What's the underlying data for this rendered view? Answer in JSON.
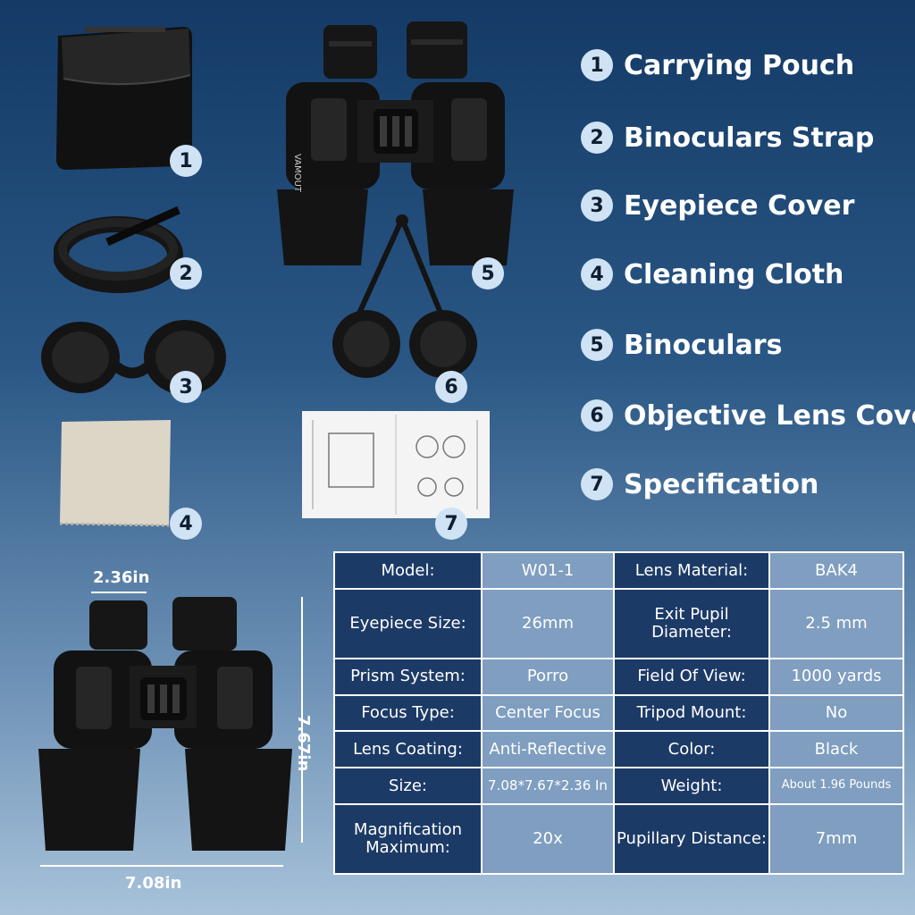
{
  "items": [
    {
      "num": "1",
      "label": "Carrying Pouch"
    },
    {
      "num": "2",
      "label": "Binoculars Strap"
    },
    {
      "num": "3",
      "label": "Eyepiece Cover"
    },
    {
      "num": "4",
      "label": "Cleaning Cloth"
    },
    {
      "num": "5",
      "label": "Binoculars"
    },
    {
      "num": "6",
      "label": "Objective Lens Cover"
    },
    {
      "num": "7",
      "label": "Specification"
    }
  ],
  "brand": "VAMOUT",
  "dimensions": {
    "eyepiece_width": "2.36in",
    "height": "7.67in",
    "width": "7.08in"
  },
  "specs": [
    {
      "k1": "Model:",
      "v1": "W01-1",
      "k2": "Lens Material:",
      "v2": "BAK4"
    },
    {
      "k1": "Eyepiece Size:",
      "v1": "26mm",
      "k2": "Exit Pupil Diameter:",
      "v2": "2.5 mm"
    },
    {
      "k1": "Prism System:",
      "v1": "Porro",
      "k2": "Field Of View:",
      "v2": "1000 yards"
    },
    {
      "k1": "Focus Type:",
      "v1": "Center Focus",
      "k2": "Tripod Mount:",
      "v2": "No"
    },
    {
      "k1": "Lens Coating:",
      "v1": "Anti-Reflective",
      "k2": "Color:",
      "v2": "Black"
    },
    {
      "k1": "Size:",
      "v1": "7.08*7.67*2.36 In",
      "k2": "Weight:",
      "v2": "About 1.96 Pounds"
    },
    {
      "k1": "Magnification Maximum:",
      "v1": "20x",
      "k2": "Pupillary Distance:",
      "v2": "7mm"
    }
  ],
  "colors": {
    "badge": "#cfe3f5",
    "table_key": "#1c3a66",
    "table_value": "#7f9ec0"
  }
}
